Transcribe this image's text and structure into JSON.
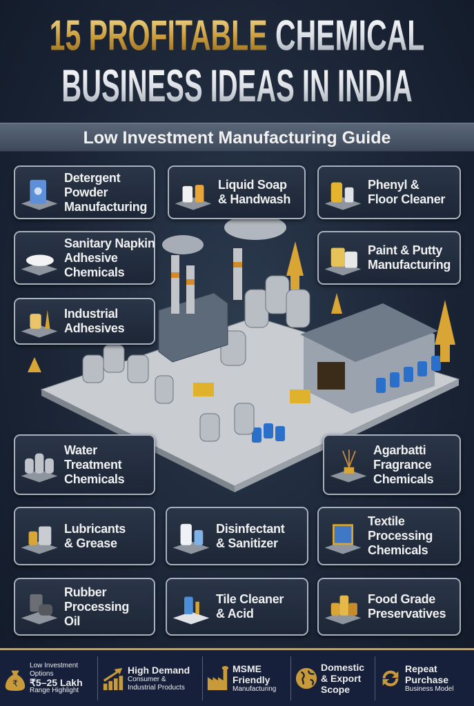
{
  "header": {
    "title_number": "15",
    "title_gold": "PROFITABLE",
    "title_silver_1": "CHEMICAL",
    "title_line2": "BUSINESS IDEAS IN INDIA",
    "subtitle": "Low Investment Manufacturing Guide"
  },
  "ideas": [
    {
      "label": "Detergent\nPowder\nManufacturing",
      "icon": "detergent-bag-icon"
    },
    {
      "label": "Liquid Soap\n& Handwash",
      "icon": "soap-bottle-icon"
    },
    {
      "label": "Phenyl &\nFloor Cleaner",
      "icon": "cleaner-bottle-icon"
    },
    {
      "label": "Sanitary Napkin\nAdhesive\nChemicals",
      "icon": "napkin-icon"
    },
    {
      "label": "Paint & Putty\nManufacturing",
      "icon": "paint-bucket-icon"
    },
    {
      "label": "Industrial\nAdhesives",
      "icon": "adhesive-icon"
    },
    {
      "label": "Water\nTreatment\nChemicals",
      "icon": "water-tank-icon"
    },
    {
      "label": "Agarbatti\nFragrance\nChemicals",
      "icon": "incense-icon"
    },
    {
      "label": "Lubricants\n& Grease",
      "icon": "oil-can-icon"
    },
    {
      "label": "Disinfectant\n& Sanitizer",
      "icon": "sanitizer-bottle-icon"
    },
    {
      "label": "Textile\nProcessing\nChemicals",
      "icon": "textile-icon"
    },
    {
      "label": "Rubber\nProcessing\nOil",
      "icon": "oil-drum-icon"
    },
    {
      "label": "Tile Cleaner\n& Acid",
      "icon": "spray-bottle-icon"
    },
    {
      "label": "Food Grade\nPreservatives",
      "icon": "jars-icon"
    }
  ],
  "footer": [
    {
      "line1": "Low Investment",
      "line2": "Options",
      "big": "₹5–25 Lakh",
      "line3": "Range Highlight",
      "icon": "money-bag-icon"
    },
    {
      "big": "High Demand",
      "line1": "Consumer &",
      "line2": "Industrial Products",
      "icon": "growth-chart-icon"
    },
    {
      "big": "MSME",
      "big2": "Friendly",
      "line1": "Manufacturing",
      "icon": "factory-icon"
    },
    {
      "big": "Domestic",
      "big2": "& Export",
      "big3": "Scope",
      "icon": "globe-icon"
    },
    {
      "big": "Repeat",
      "big2": "Purchase",
      "line1": "Business Model",
      "icon": "repeat-icon"
    }
  ],
  "colors": {
    "gold": "#c99a3a",
    "background": "#1a2435",
    "card_border": "#a9b2bf",
    "accent_blue": "#2a6fc9"
  }
}
